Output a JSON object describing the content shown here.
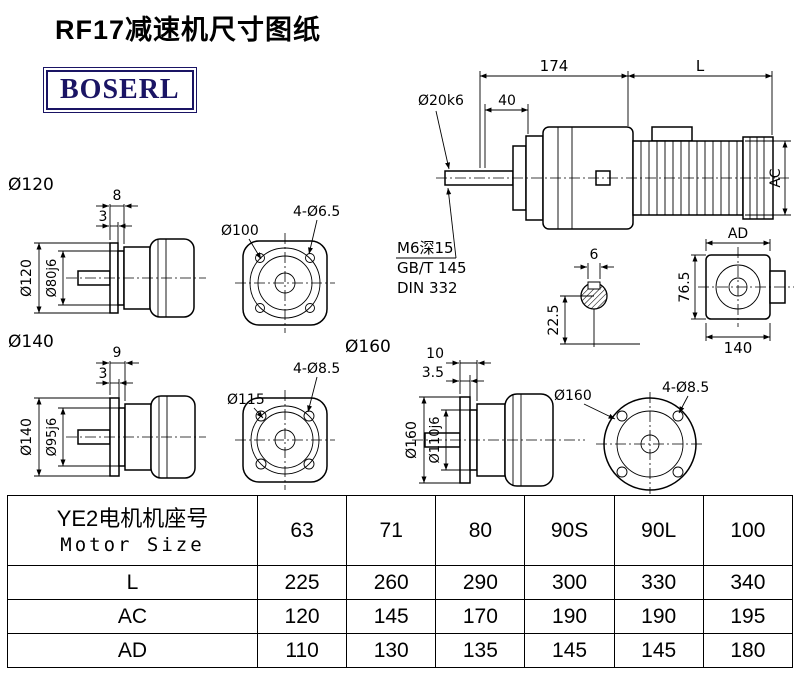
{
  "page": {
    "title": "RF17减速机尺寸图纸",
    "logo": "BOSERL"
  },
  "colors": {
    "logo": "#1a1464"
  },
  "main_view": {
    "dim_length_174": "174",
    "dim_length_l": "L",
    "dim_40": "40",
    "shaft_dia": "Ø20k6",
    "dim_ac": "AC",
    "notes": {
      "line1": "M6深15",
      "line2": "GB/T 145",
      "line3": "DIN 332"
    }
  },
  "shaft_section": {
    "key_width": "6",
    "key_depth": "22.5"
  },
  "flange_side_view": {
    "dim_ad": "AD",
    "dim_height": "76.5",
    "dim_width": "140"
  },
  "view_120": {
    "label": "Ø120",
    "dim_8": "8",
    "dim_3": "3",
    "flange_dia": "Ø120",
    "spigot_dia": "Ø80j6",
    "holes": "4-Ø6.5",
    "bolt_circle": "Ø100"
  },
  "view_140": {
    "label": "Ø140",
    "dim_9": "9",
    "dim_3": "3",
    "flange_dia": "Ø140",
    "spigot_dia": "Ø95j6",
    "holes": "4-Ø8.5",
    "bolt_circle": "Ø115"
  },
  "view_160": {
    "label": "Ø160",
    "dim_10": "10",
    "dim_3_5": "3.5",
    "flange_dia": "Ø160",
    "spigot_dia": "Ø110j6",
    "holes": "4-Ø8.5",
    "outer_dia": "Ø160"
  },
  "table": {
    "row_header_cn": "YE2电机机座号",
    "row_header_en": "Motor Size",
    "motor_sizes": [
      "63",
      "71",
      "80",
      "90S",
      "90L",
      "100"
    ],
    "rows": [
      {
        "label": "L",
        "values": [
          "225",
          "260",
          "290",
          "300",
          "330",
          "340"
        ]
      },
      {
        "label": "AC",
        "values": [
          "120",
          "145",
          "170",
          "190",
          "190",
          "195"
        ]
      },
      {
        "label": "AD",
        "values": [
          "110",
          "130",
          "135",
          "145",
          "145",
          "180"
        ]
      }
    ]
  }
}
